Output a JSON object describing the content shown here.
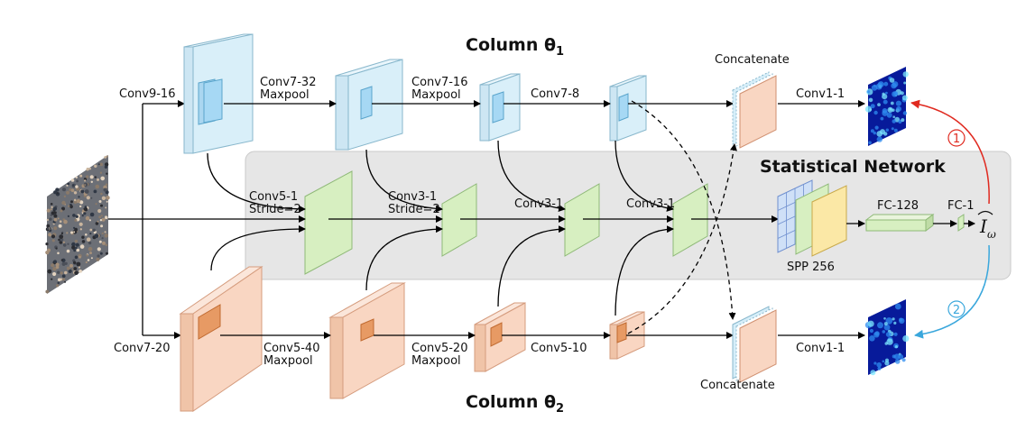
{
  "titles": {
    "column1_main": "Column θ",
    "column1_sub": "1",
    "column2_main": "Column θ",
    "column2_sub": "2",
    "statistical": "Statistical Network"
  },
  "top_column": {
    "layers": [
      "Conv9-16",
      "Conv7-32",
      "Maxpool",
      "Conv7-16",
      "Maxpool",
      "Conv7-8"
    ],
    "concat": "Concatenate",
    "output_conv": "Conv1-1"
  },
  "bottom_column": {
    "layers": [
      "Conv7-20",
      "Conv5-40",
      "Maxpool",
      "Conv5-20",
      "Maxpool",
      "Conv5-10"
    ],
    "concat": "Concatenate",
    "output_conv": "Conv1-1"
  },
  "middle": {
    "layers": [
      "Conv5-1",
      "Stride=2",
      "Conv3-1",
      "Stride=2",
      "Conv3-1",
      "Conv3-1"
    ],
    "spp": "SPP 256",
    "fc128": "FC-128",
    "fc1": "FC-1",
    "output_symbol": "I",
    "output_subscript": "ω"
  },
  "markers": [
    "1",
    "2"
  ],
  "colors": {
    "top_column": "#d6eef9",
    "bottom_column": "#f9d6c2",
    "middle": "#d7efc1",
    "background_panel": "#e6e6e6",
    "arrow_1": "#e02a20",
    "arrow_2": "#3aa7dc"
  }
}
